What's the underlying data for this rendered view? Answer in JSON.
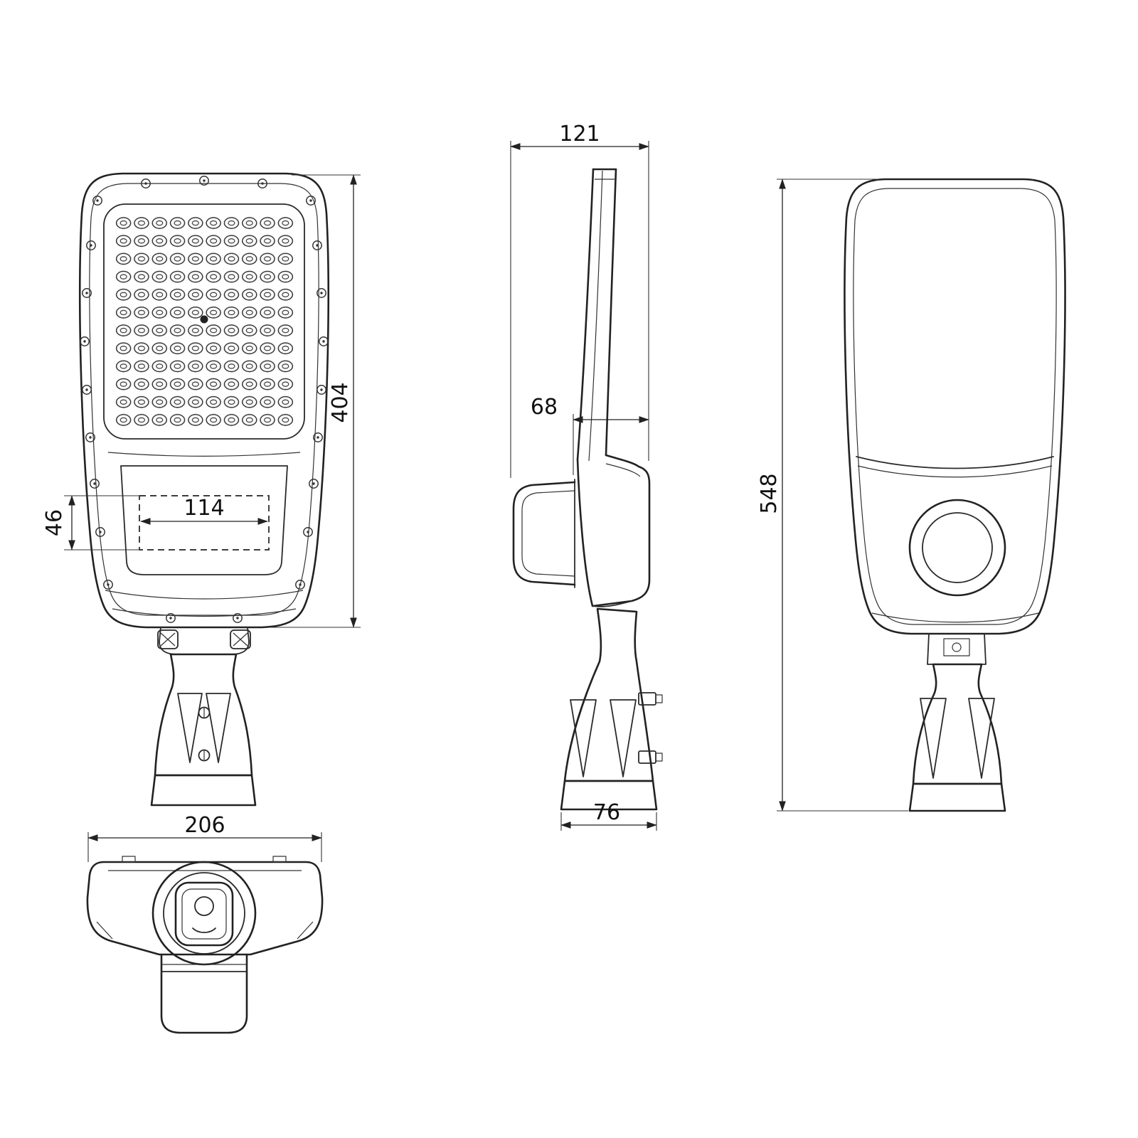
{
  "drawing": {
    "type": "technical-dimension-drawing",
    "subject": "LED street light luminaire, four orthographic views",
    "unit": "mm",
    "style": {
      "line_color": "#222222",
      "background": "#ffffff"
    },
    "dimensions": {
      "front_height": "404",
      "front_window_width": "114",
      "front_window_height": "46",
      "side_depth": "121",
      "side_housing_depth": "68",
      "side_base_width": "76",
      "rear_total_height": "548",
      "bottom_width": "206"
    }
  }
}
